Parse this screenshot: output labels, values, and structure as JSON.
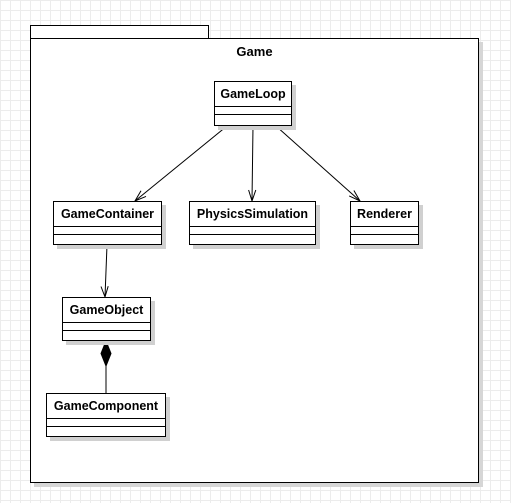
{
  "package": {
    "name": "Game"
  },
  "classes": {
    "game_loop": "GameLoop",
    "game_container": "GameContainer",
    "physics_simulation": "PhysicsSimulation",
    "renderer": "Renderer",
    "game_object": "GameObject",
    "game_component": "GameComponent"
  },
  "relationships": [
    {
      "from": "GameLoop",
      "to": "GameContainer",
      "type": "association"
    },
    {
      "from": "GameLoop",
      "to": "PhysicsSimulation",
      "type": "association"
    },
    {
      "from": "GameLoop",
      "to": "Renderer",
      "type": "association"
    },
    {
      "from": "GameContainer",
      "to": "GameObject",
      "type": "association"
    },
    {
      "from": "GameObject",
      "to": "GameComponent",
      "type": "composition"
    }
  ],
  "colors": {
    "line": "#000000",
    "shadow": "#d0d0d0",
    "grid": "#ececec"
  }
}
